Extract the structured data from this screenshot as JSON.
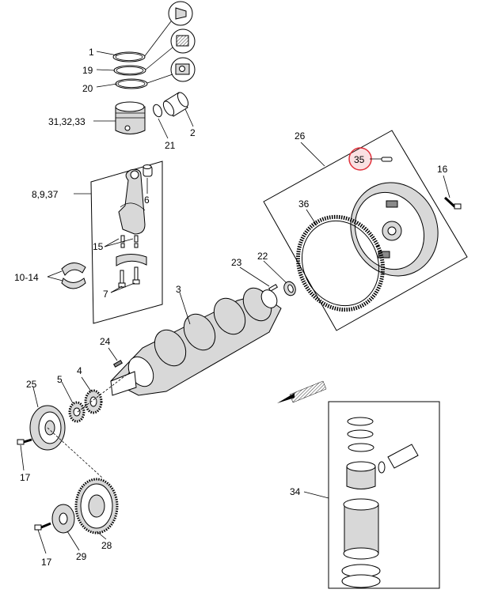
{
  "highlight_color": "#e0303a",
  "labels": {
    "p1": "1",
    "p19": "19",
    "p20": "20",
    "p31": "31,32,33",
    "p21": "21",
    "p2": "2",
    "p26": "26",
    "p35": "35",
    "p16": "16",
    "p36": "36",
    "p8": "8,9,37",
    "p6": "6",
    "p15": "15",
    "p10": "10-14",
    "p7": "7",
    "p23": "23",
    "p22": "22",
    "p3": "3",
    "p24": "24",
    "p4": "4",
    "p5": "5",
    "p25": "25",
    "p17a": "17",
    "p34": "34",
    "p17b": "17",
    "p29": "29",
    "p28": "28"
  }
}
